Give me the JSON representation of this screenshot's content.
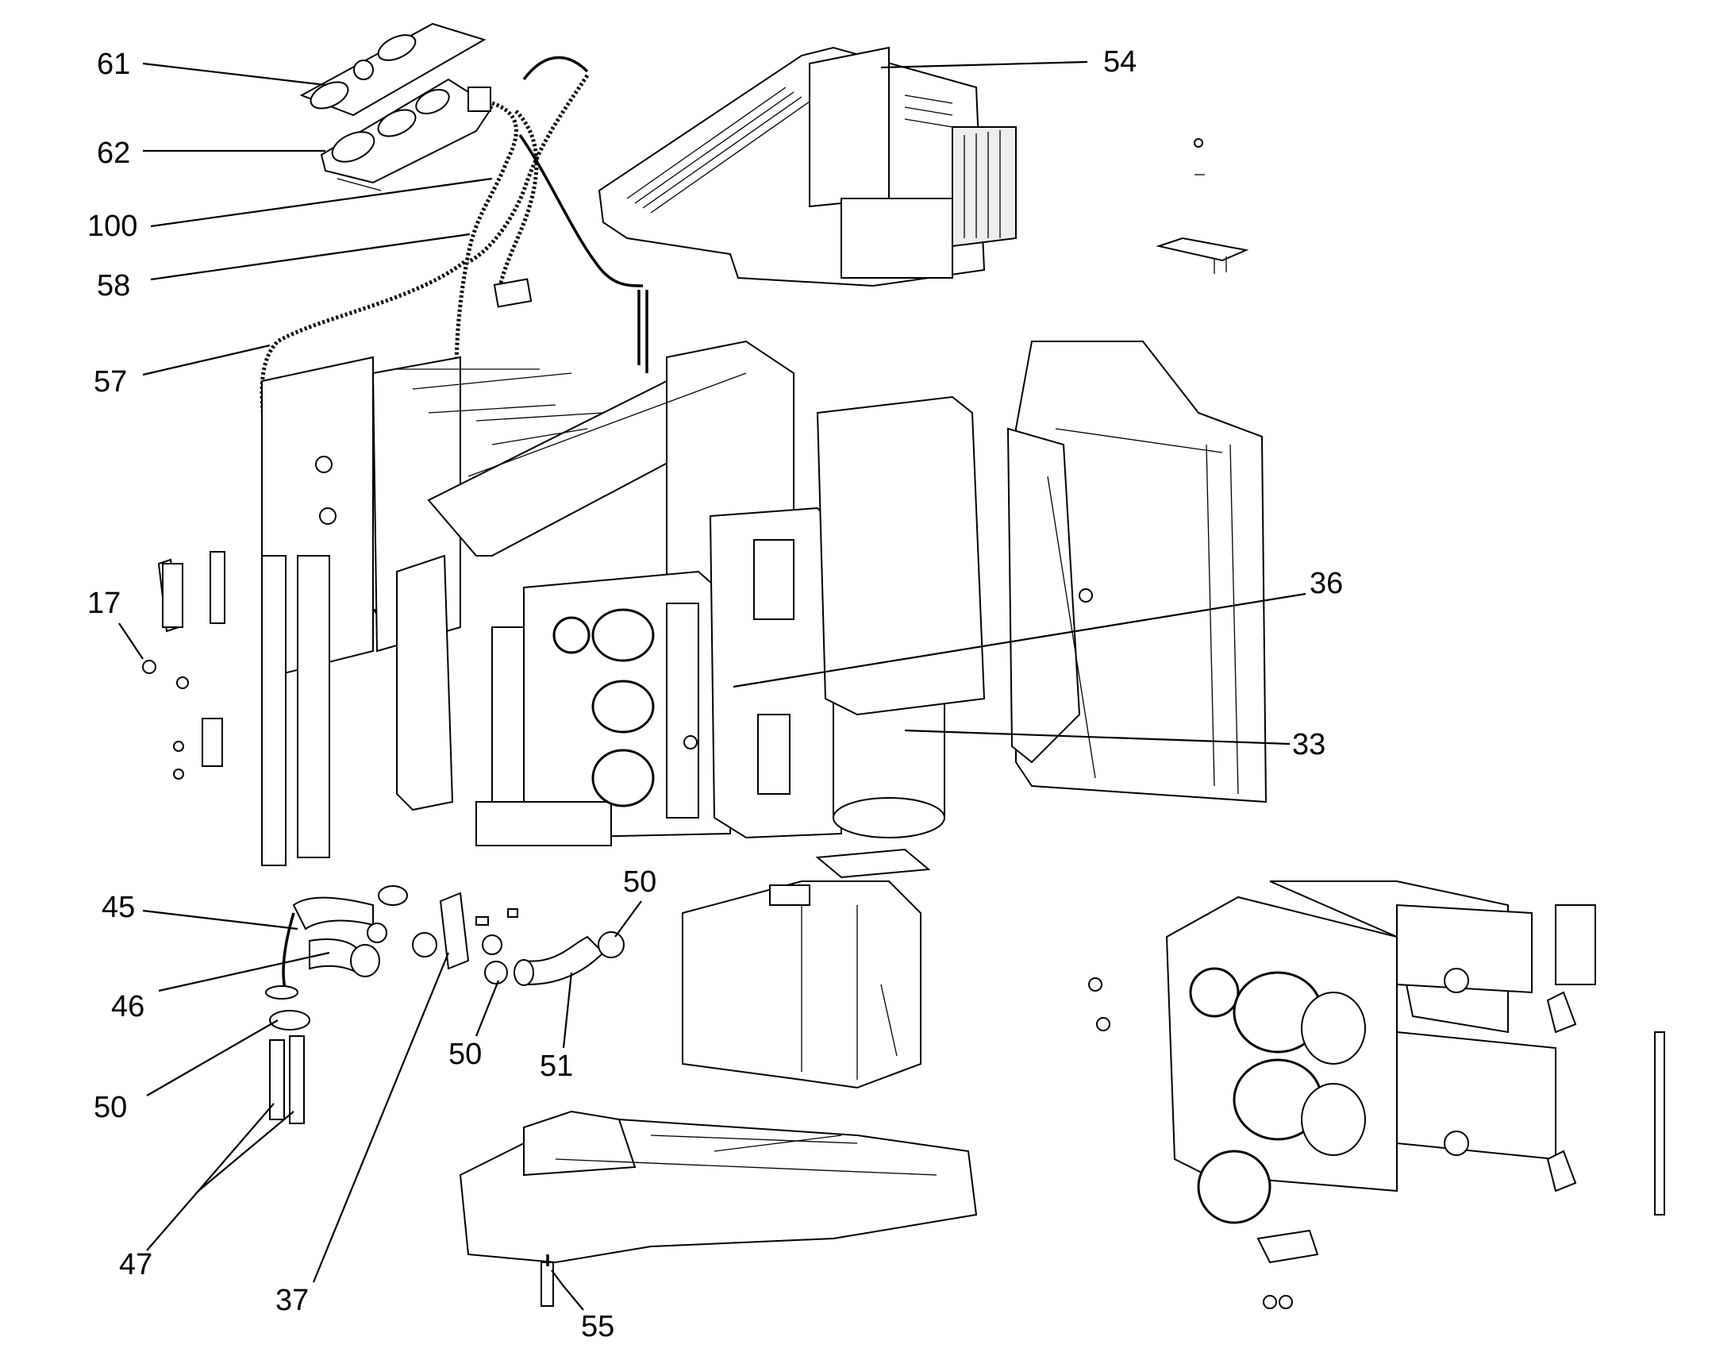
{
  "callouts": [
    {
      "id": "c61",
      "label": "61"
    },
    {
      "id": "c62",
      "label": "62"
    },
    {
      "id": "c100",
      "label": "100"
    },
    {
      "id": "c58",
      "label": "58"
    },
    {
      "id": "c57",
      "label": "57"
    },
    {
      "id": "c54",
      "label": "54"
    },
    {
      "id": "c17",
      "label": "17"
    },
    {
      "id": "c36",
      "label": "36"
    },
    {
      "id": "c33",
      "label": "33"
    },
    {
      "id": "c45",
      "label": "45"
    },
    {
      "id": "c46",
      "label": "46"
    },
    {
      "id": "c50a",
      "label": "50"
    },
    {
      "id": "c50b",
      "label": "50"
    },
    {
      "id": "c50c",
      "label": "50"
    },
    {
      "id": "c51",
      "label": "51"
    },
    {
      "id": "c47",
      "label": "47"
    },
    {
      "id": "c37",
      "label": "37"
    },
    {
      "id": "c55",
      "label": "55"
    }
  ]
}
